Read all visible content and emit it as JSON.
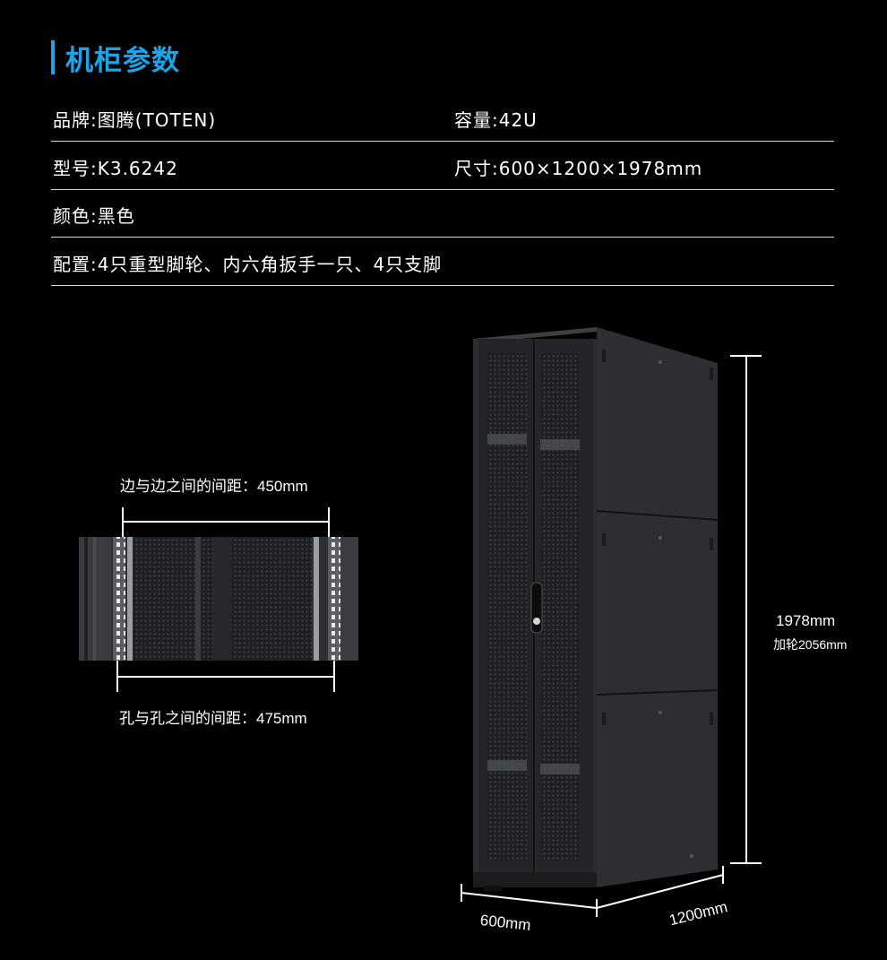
{
  "title": "机柜参数",
  "specs": [
    {
      "left": "品牌:图腾(TOTEN)",
      "right": "容量:42U"
    },
    {
      "left": "型号:K3.6242",
      "right": "尺寸:600×1200×1978mm"
    },
    {
      "left": "颜色:黑色",
      "right": ""
    },
    {
      "left": "配置:4只重型脚轮、内六角扳手一只、4只支脚",
      "right": ""
    }
  ],
  "dimensions": {
    "edge_spacing": "边与边之间的间距：450mm",
    "hole_spacing": "孔与孔之间的间距：475mm",
    "height": "1978mm",
    "height_with_wheels": "加轮2056mm",
    "width": "600mm",
    "depth": "1200mm"
  },
  "colors": {
    "accent": "#19a5e8",
    "cabinet": "#2b2d30",
    "background": "#000000"
  }
}
